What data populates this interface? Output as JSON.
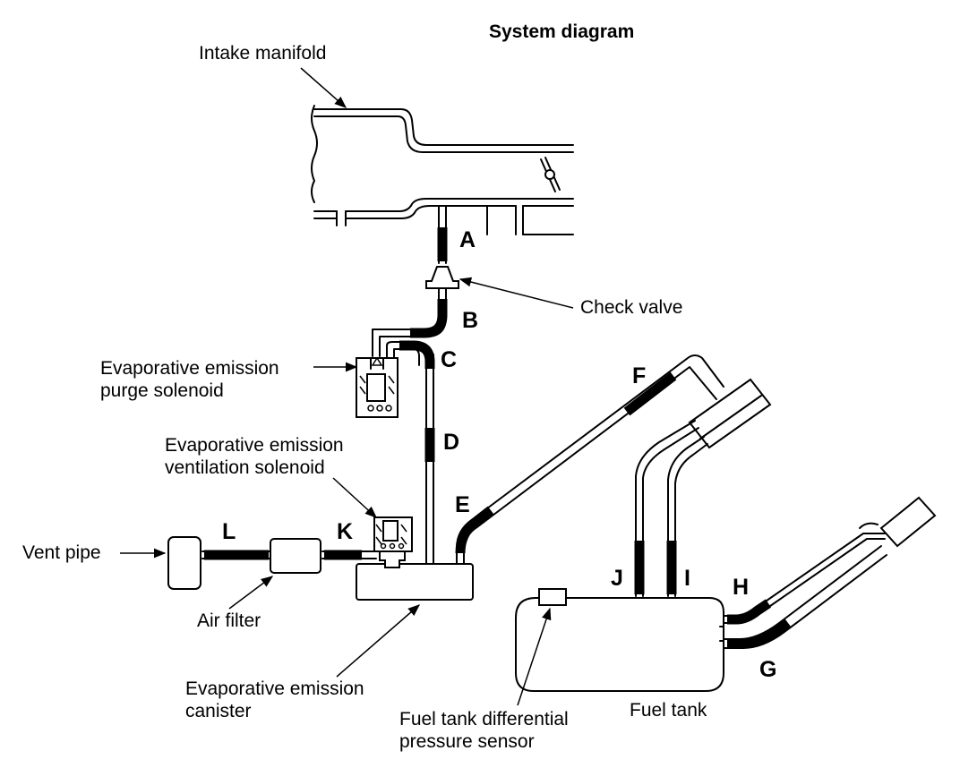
{
  "title": "System diagram",
  "labels": {
    "intake_manifold": "Intake manifold",
    "check_valve": "Check valve",
    "purge_solenoid_1": "Evaporative emission",
    "purge_solenoid_2": "purge solenoid",
    "vent_solenoid_1": "Evaporative emission",
    "vent_solenoid_2": "ventilation solenoid",
    "vent_pipe": "Vent pipe",
    "air_filter": "Air filter",
    "canister_1": "Evaporative emission",
    "canister_2": "canister",
    "pressure_sensor_1": "Fuel tank differential",
    "pressure_sensor_2": "pressure sensor",
    "fuel_tank": "Fuel tank"
  },
  "hoses": {
    "A": "A",
    "B": "B",
    "C": "C",
    "D": "D",
    "E": "E",
    "F": "F",
    "G": "G",
    "H": "H",
    "I": "I",
    "J": "J",
    "K": "K",
    "L": "L"
  }
}
